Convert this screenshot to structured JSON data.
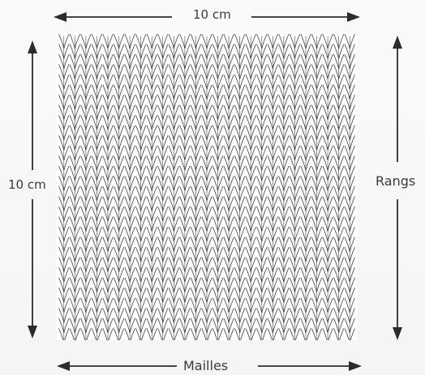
{
  "labels": {
    "width": "10 cm",
    "height": "10 cm",
    "rows": "Rangs",
    "stitches": "Mailles"
  },
  "swatch": {
    "stitch_columns": 27,
    "stitch_rows": 30,
    "line_color": "#4a4a4a",
    "fill_color": "#ffffff"
  },
  "colors": {
    "arrow": "#2b2b2b",
    "text": "#3a3a3a"
  }
}
